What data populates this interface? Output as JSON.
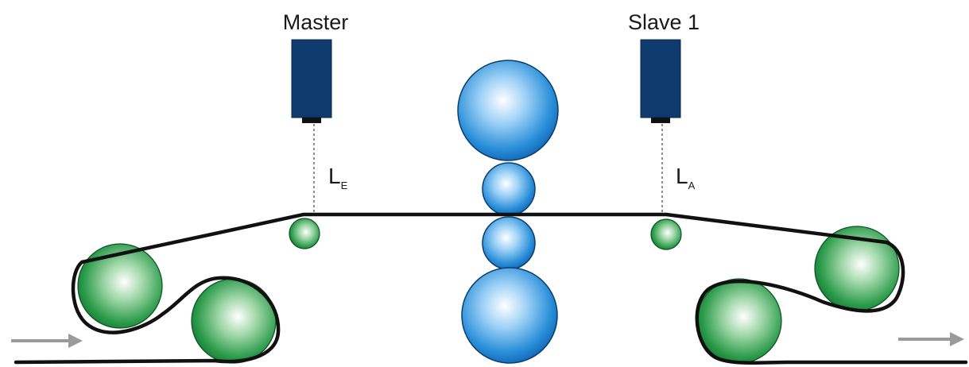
{
  "sensors": {
    "master": {
      "label": "Master",
      "distance_label": "L",
      "distance_subscript": "E"
    },
    "slave": {
      "label": "Slave 1",
      "distance_label": "L",
      "distance_subscript": "A"
    }
  },
  "colors": {
    "sensor_body": "#0f3a6e",
    "sensor_lens": "#111111",
    "web_line": "#111111",
    "green_roller": "#1e8c3c",
    "blue_roller": "#1a7fd0",
    "arrow": "#9a9a9a"
  },
  "icons": {
    "flow_in": "arrow-right-icon",
    "flow_out": "arrow-right-icon"
  }
}
